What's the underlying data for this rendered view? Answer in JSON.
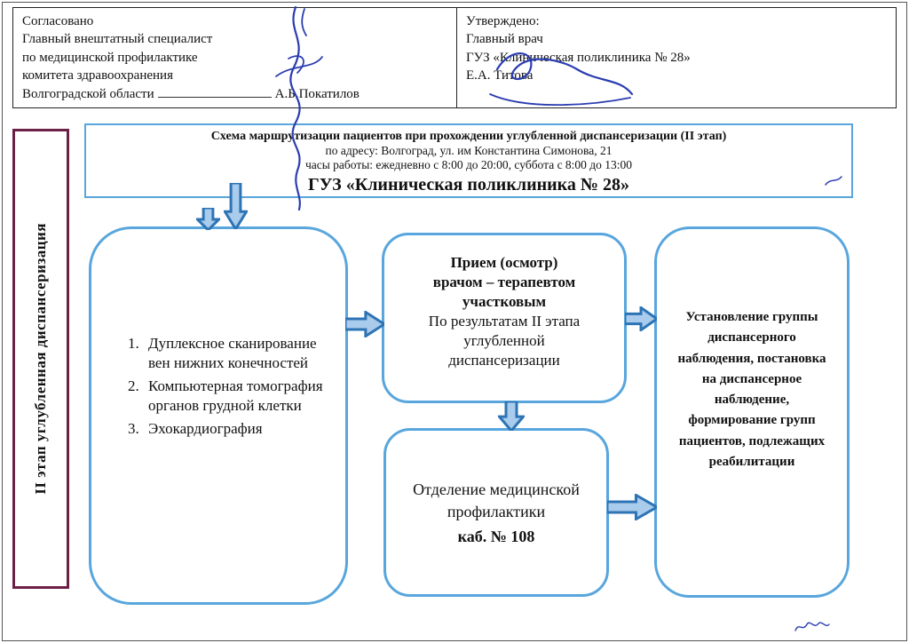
{
  "header": {
    "left": {
      "line1": "Согласовано",
      "line2": "Главный внештатный специалист",
      "line3": "по медицинской профилактике",
      "line4": "комитета здравоохранения",
      "line5_prefix": "Волгоградской области",
      "signatory": "А.Б.Покатилов"
    },
    "right": {
      "line1": "Утверждено:",
      "line2": "Главный врач",
      "line3": "ГУЗ «Клиническая поликлиника № 28»",
      "line4": "Е.А. Титова"
    }
  },
  "title_box": {
    "line1": "Схема маршрутизации пациентов при прохождении углубленной диспансеризации (II этап)",
    "line2": "по адресу: Волгоград, ул. им Константина Симонова, 21",
    "line3": "часы работы: ежедневно с 8:00 до 20:00, суббота с 8:00 до 13:00",
    "clinic": "ГУЗ «Клиническая поликлиника № 28»"
  },
  "sidebar": {
    "label": "II этап углубленная диспансеризация"
  },
  "flow": {
    "tests_box": {
      "items": [
        "Дуплексное сканирование вен нижних конечностей",
        "Компьютерная томография органов грудной клетки",
        "Эхокардиография"
      ]
    },
    "doctor_box": {
      "bold_lines": [
        "Прием (осмотр)",
        "врачом – терапевтом",
        "участковым"
      ],
      "normal_lines": [
        "По результатам II этапа",
        "углубленной",
        "диспансеризации"
      ]
    },
    "prevention_box": {
      "line1": "Отделение медицинской профилактики",
      "line2": "каб. № 108"
    },
    "outcome_box": {
      "text": "Установление группы диспансерного наблюдения, постановка на диспансерное наблюдение, формирование групп пациентов, подлежащих реабилитации"
    }
  },
  "colors": {
    "box_border": "#58a6dd",
    "arrow_fill": "#a9cbec",
    "arrow_border": "#2e74b5",
    "sidebar_border": "#6d2045",
    "ink": "#2b3db0"
  }
}
